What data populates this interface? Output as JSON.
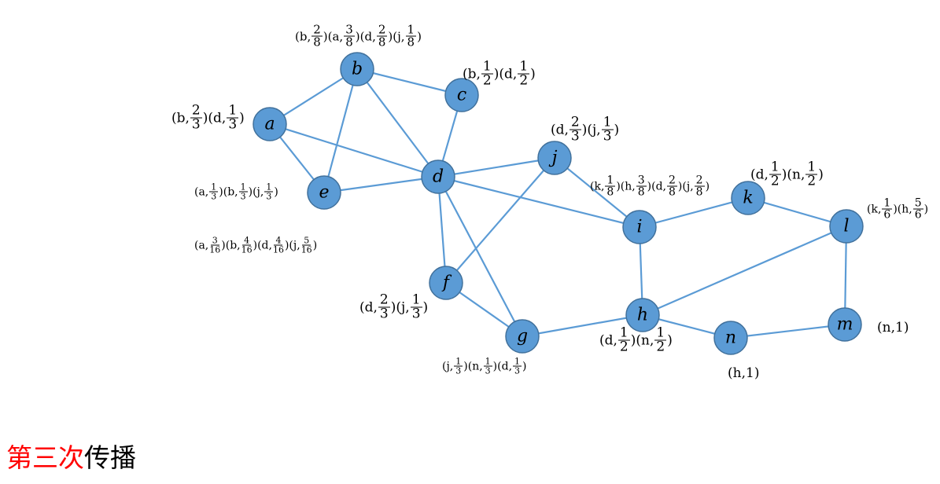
{
  "title": {
    "highlight": "第三次",
    "rest": "传播"
  },
  "colors": {
    "node_fill": "#5b9bd5",
    "edge": "#5b9bd5",
    "title_highlight": "#ff0000"
  },
  "nodes": [
    "a",
    "b",
    "c",
    "d",
    "e",
    "f",
    "g",
    "h",
    "i",
    "j",
    "k",
    "l",
    "m",
    "n"
  ],
  "edges": [
    [
      "a",
      "b"
    ],
    [
      "a",
      "d"
    ],
    [
      "a",
      "e"
    ],
    [
      "b",
      "c"
    ],
    [
      "b",
      "e"
    ],
    [
      "b",
      "d"
    ],
    [
      "c",
      "d"
    ],
    [
      "d",
      "e"
    ],
    [
      "d",
      "j"
    ],
    [
      "d",
      "i"
    ],
    [
      "d",
      "f"
    ],
    [
      "d",
      "g"
    ],
    [
      "j",
      "f"
    ],
    [
      "j",
      "i"
    ],
    [
      "f",
      "g"
    ],
    [
      "g",
      "h"
    ],
    [
      "i",
      "k"
    ],
    [
      "i",
      "h"
    ],
    [
      "k",
      "l"
    ],
    [
      "l",
      "h"
    ],
    [
      "l",
      "m"
    ],
    [
      "h",
      "n"
    ],
    [
      "n",
      "m"
    ]
  ],
  "labels": {
    "b": [
      [
        "b",
        "2",
        "8"
      ],
      [
        "a",
        "3",
        "8"
      ],
      [
        "d",
        "2",
        "8"
      ],
      [
        "j",
        "1",
        "8"
      ]
    ],
    "c": [
      [
        "b",
        "1",
        "2"
      ],
      [
        "d",
        "1",
        "2"
      ]
    ],
    "a": [
      [
        "b",
        "2",
        "3"
      ],
      [
        "d",
        "1",
        "3"
      ]
    ],
    "j": [
      [
        "d",
        "2",
        "3"
      ],
      [
        "j",
        "1",
        "3"
      ]
    ],
    "e": [
      [
        "a",
        "1",
        "3"
      ],
      [
        "b",
        "1",
        "3"
      ],
      [
        "j",
        "1",
        "3"
      ]
    ],
    "e_next": [
      [
        "a",
        "3",
        "16"
      ],
      [
        "b",
        "4",
        "16"
      ],
      [
        "d",
        "4",
        "16"
      ],
      [
        "j",
        "5",
        "16"
      ]
    ],
    "i": [
      [
        "k",
        "1",
        "8"
      ],
      [
        "h",
        "3",
        "8"
      ],
      [
        "d",
        "2",
        "8"
      ],
      [
        "j",
        "2",
        "8"
      ]
    ],
    "k": [
      [
        "d",
        "1",
        "2"
      ],
      [
        "n",
        "1",
        "2"
      ]
    ],
    "l": [
      [
        "k",
        "1",
        "6"
      ],
      [
        "h",
        "5",
        "6"
      ]
    ],
    "f": [
      [
        "d",
        "2",
        "3"
      ],
      [
        "j",
        "1",
        "3"
      ]
    ],
    "h": [
      [
        "d",
        "1",
        "2"
      ],
      [
        "n",
        "1",
        "2"
      ]
    ],
    "g": [
      [
        "j",
        "1",
        "3"
      ],
      [
        "n",
        "1",
        "3"
      ],
      [
        "d",
        "1",
        "3"
      ]
    ],
    "m": [
      [
        "n",
        "1",
        ""
      ]
    ],
    "n": [
      [
        "h",
        "1",
        ""
      ]
    ]
  }
}
